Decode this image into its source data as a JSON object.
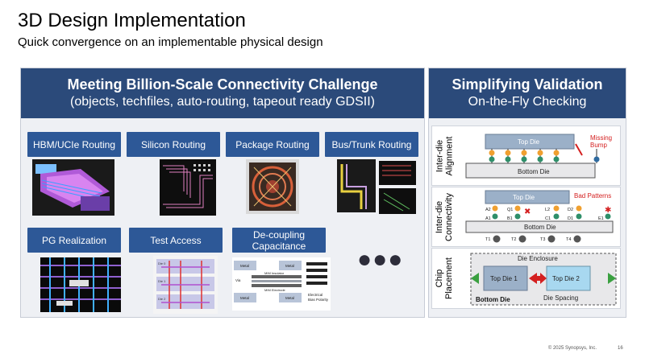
{
  "slide": {
    "title": "3D Design Implementation",
    "subtitle": "Quick convergence on an implementable physical design"
  },
  "left_panel": {
    "heading": "Meeting Billion-Scale Connectivity Challenge",
    "subheading": "(objects, techfiles, auto-routing, tapeout ready GDSII)",
    "tiles": [
      "HBM/UCIe Routing",
      "Silicon Routing",
      "Package Routing",
      "Bus/Trunk Routing",
      "PG Realization",
      "Test Access",
      "De-coupling Capacitance"
    ],
    "more": "●●●",
    "decap_labels": {
      "metal": "Metal",
      "via": "Via",
      "mim_insulator": "MIM Insulator",
      "mim_electrode": "MIM Electrode",
      "electrical": "Electrical",
      "bias_polarity": "Bias Polarity"
    },
    "test_labels": [
      "Die 0",
      "Die 1",
      "Die 2"
    ]
  },
  "right_panel": {
    "heading": "Simplifying Validation",
    "subheading": "On-the-Fly Checking",
    "sections": {
      "alignment": {
        "label_line1": "Inter-die",
        "label_line2": "Alignment",
        "top_die": "Top Die",
        "bottom_die": "Bottom Die",
        "missing_line1": "Missing",
        "missing_line2": "Bump"
      },
      "connectivity": {
        "label_line1": "Inter-die",
        "label_line2": "Connectivity",
        "top_die": "Top Die",
        "bottom_die": "Bottom Die",
        "bad_patterns": "Bad Patterns",
        "upper_pins": [
          "A2",
          "Q1",
          "L2",
          "D2"
        ],
        "lower_pins": [
          "A1",
          "B1",
          "C1",
          "D1",
          "E1"
        ],
        "terminals": [
          "T1",
          "T2",
          "T3",
          "T4"
        ]
      },
      "placement": {
        "label_line1": "Chip",
        "label_line2": "Placement",
        "die_enclosure": "Die Enclosure",
        "top_die_1": "Top Die 1",
        "top_die_2": "Top Die 2",
        "bottom_die": "Bottom Die",
        "die_spacing": "Die Spacing"
      }
    }
  },
  "footer": {
    "copyright": "© 2025 Synopsys, Inc.",
    "page": "16"
  },
  "colors": {
    "header_blue": "#2b4a7a",
    "tile_blue": "#2d5897",
    "panel_bg": "#eef0f4",
    "alert_red": "#d42020"
  }
}
